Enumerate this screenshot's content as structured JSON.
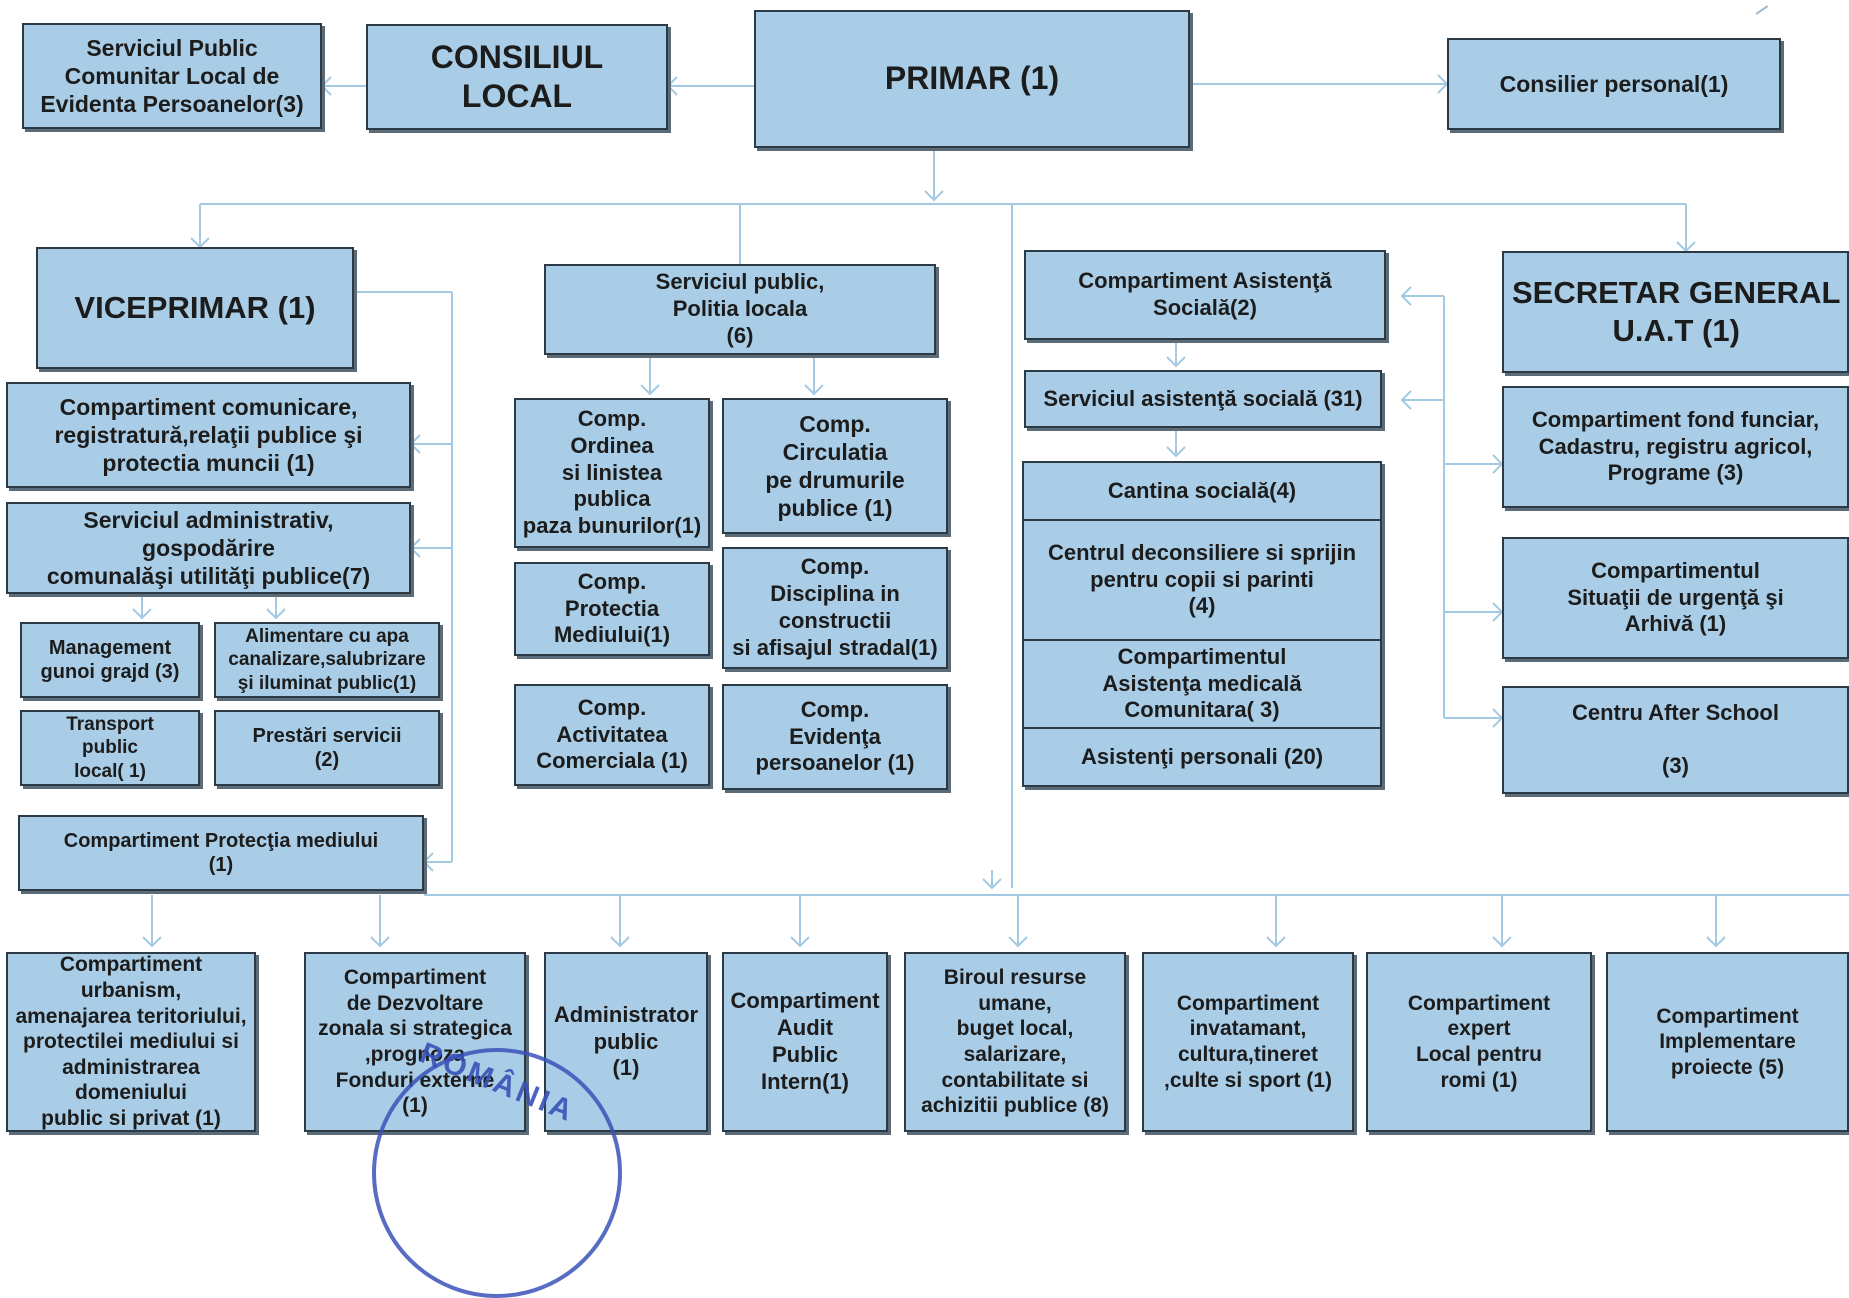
{
  "colors": {
    "box_fill": "#a9cde6",
    "box_border": "#2b3a44",
    "connector": "#a3c9e3",
    "stamp": "#3a52b8"
  },
  "top": {
    "evidenta": "Serviciul Public\nComunitar Local de\nEvidenta  Persoanelor(3)",
    "consiliul": "CONSILIUL LOCAL",
    "primar": "PRIMAR (1)",
    "consilier": "Consilier personal(1)"
  },
  "vice": {
    "title": "VICEPRIMAR (1)",
    "comunicare": "Compartiment  comunicare,\nregistratură,relaţii publice şi\nprotectia muncii (1)",
    "administrativ": "Serviciul administrativ,\ngospodărire\ncomunalăşi utilităţi publice(7)",
    "gunoi": "Management\ngunoi grajd (3)",
    "apa": "Alimentare cu apa\ncanalizare,salubrizare\nşi iluminat public(1)",
    "transport": "Transport\npublic\nlocal( 1)",
    "prestari": "Prestări servicii\n(2)",
    "protectia": "Compartiment  Protecţia mediului\n(1)"
  },
  "politia": {
    "title": "Serviciul public,\nPolitia locala\n(6)",
    "ordinea": "Comp.\nOrdinea\nsi linistea\npublica\npaza bunurilor(1)",
    "circulatia": "Comp.\nCirculatia\npe drumurile\npublice (1)",
    "mediului": "Comp.\nProtectia\nMediului(1)",
    "disciplina": "Comp.\nDisciplina in\nconstructii\nsi afisajul stradal(1)",
    "activitatea": "Comp.\nActivitatea\nComerciala (1)",
    "evidenta": "Comp.\nEvidenţa\npersoanelor (1)"
  },
  "social": {
    "asistenta": "Compartiment  Asistenţă\nSocială(2)",
    "serviciul": "Serviciul asistenţă socială (31)",
    "cantina": "Cantina socială(4)",
    "centrul": "Centrul deconsiliere si sprijin\npentru copii si parinti\n(4)",
    "medicala": "Compartimentul\nAsistenţa medicală\nComunitara( 3)",
    "personali": "Asistenţi personali (20)"
  },
  "secretar": {
    "title": "SECRETAR GENERAL\nU.A.T (1)",
    "fond": "Compartiment fond funciar,\nCadastru, registru agricol,\nPrograme (3)",
    "urgenta": "Compartimentul\nSituaţii de urgenţă şi\nArhivă (1)",
    "after": "Centru After School\n\n(3)"
  },
  "bottom": [
    "Compartiment urbanism,\namenajarea teritoriului,\nprotectilei mediului si\nadministrarea domeniului\npublic si privat (1)",
    "Compartiment\nde  Dezvoltare\nzonala si strategica\n,prognoza\nFonduri externe\n(1)",
    "Administrator\npublic\n(1)",
    "Compartiment\nAudit\nPublic\nIntern(1)",
    "Biroul resurse\numane,\nbuget local,\nsalarizare,\ncontabilitate si\nachizitii publice (8)",
    "Compartiment\ninvatamant,\ncultura,tineret\n,culte si sport (1)",
    "Compartiment\nexpert\nLocal pentru\nromi (1)",
    "Compartiment\nImplementare\nproiecte (5)"
  ],
  "stamp_text": "ROMÂNIA"
}
